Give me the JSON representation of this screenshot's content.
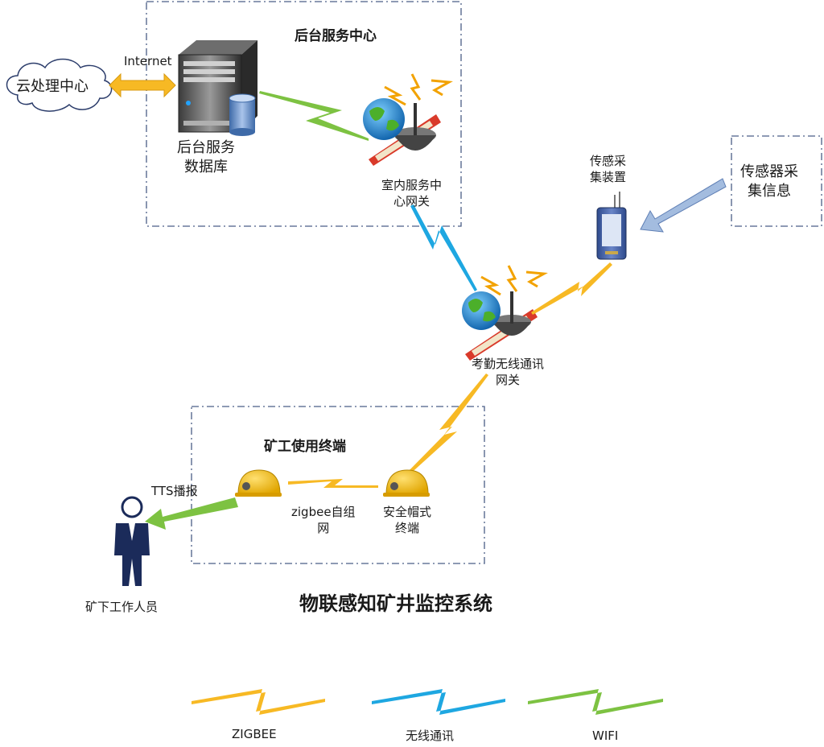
{
  "title": "物联感知矿井监控系统",
  "groups": {
    "backend": "后台服务中心",
    "miner": "矿工使用终端"
  },
  "nodes": {
    "cloud": "云处理中心",
    "internet": "Internet",
    "database_l1": "后台服务",
    "database_l2": "数据库",
    "indoor_gw_l1": "室内服务中",
    "indoor_gw_l2": "心网关",
    "sensor_dev_l1": "传感采",
    "sensor_dev_l2": "集装置",
    "sensor_info_l1": "传感器采",
    "sensor_info_l2": "集信息",
    "attendance_gw_l1": "考勤无线通讯",
    "attendance_gw_l2": "网关",
    "zigbee_l1": "zigbee自组",
    "zigbee_l2": "网",
    "helmet_l1": "安全帽式",
    "helmet_l2": "终端",
    "tts": "TTS播报",
    "worker": "矿下工作人员"
  },
  "legend": [
    {
      "label": "ZIGBEE",
      "color": "#f7b924"
    },
    {
      "label": "无线通讯",
      "color": "#1ea7e1"
    },
    {
      "label": "WIFI",
      "color": "#7dc242"
    }
  ],
  "icons": [
    "server-icon",
    "database-cylinder-icon",
    "antenna-globe-icon",
    "sensor-device-icon",
    "hardhat-icon",
    "worker-icon",
    "cloud-icon"
  ]
}
